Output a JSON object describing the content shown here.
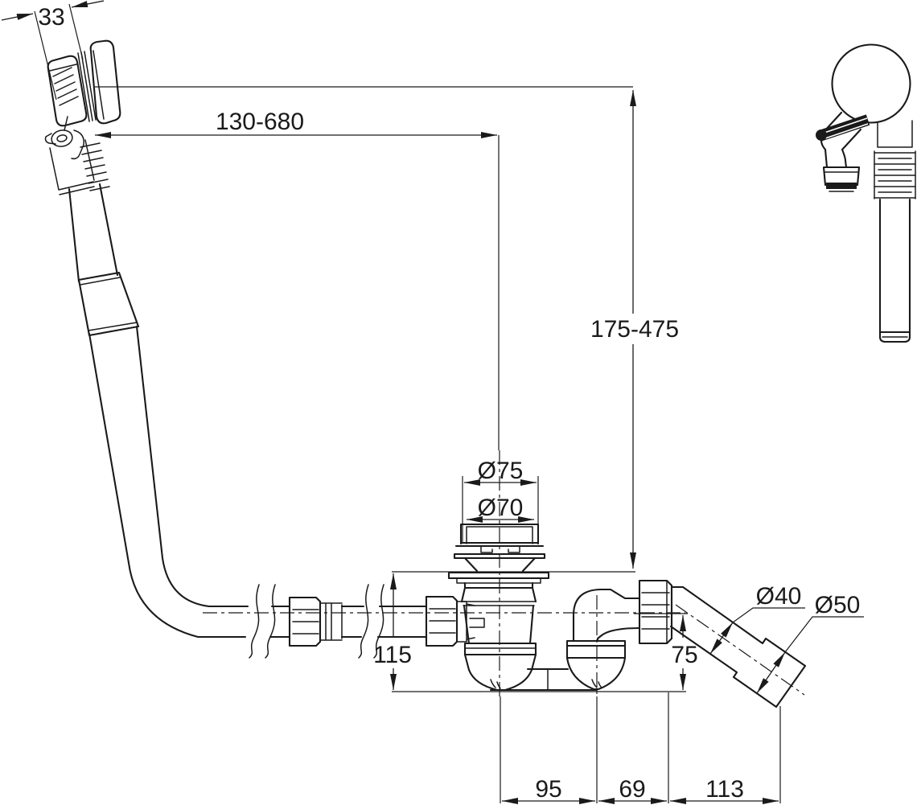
{
  "drawing": {
    "type": "technical-drawing",
    "subject": "bath-waste-overflow-fitting",
    "colors": {
      "line": "#1a1a1a",
      "background": "#ffffff"
    },
    "dimensions": {
      "overflow_depth": "33",
      "overflow_horizontal_range": "130-680",
      "overflow_vertical_range": "175-475",
      "plug_cap_outer": "Ø75",
      "plug_cap_inner": "Ø70",
      "waste_height": "115",
      "outlet_center_height": "75",
      "outlet_pipe_dia": "Ø40",
      "outlet_coupling_dia": "Ø50",
      "drain_to_elbow_offset": "95",
      "elbow_to_outlet_offset": "69",
      "outlet_horizontal_reach": "113"
    }
  }
}
